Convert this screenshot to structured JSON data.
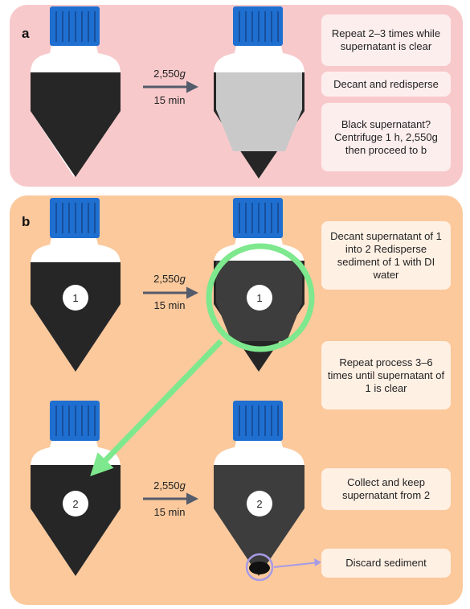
{
  "panel_a": {
    "letter": "a",
    "centrifuge_force": "2,550",
    "force_unit": "g",
    "centrifuge_time": "15 min",
    "notes": [
      "Repeat 2–3 times while supernatant is clear",
      "Decant and redisperse",
      "Black supernatant? Centrifuge 1 h, 2,550g then proceed to b"
    ]
  },
  "panel_b": {
    "letter": "b",
    "centrifuge_force": "2,550",
    "force_unit": "g",
    "centrifuge_time": "15 min",
    "tube_labels": [
      "1",
      "1",
      "2",
      "2"
    ],
    "notes": [
      "Decant supernatant of 1 into 2 Redisperse sediment of 1 with DI water",
      "Repeat process 3–6 times until supernatant of 1 is clear",
      "Collect and keep supernatant from 2",
      "Discard sediment"
    ]
  },
  "colors": {
    "panel_a_bg": "#f8c9cb",
    "panel_b_bg": "#fbc99c",
    "cap_blue": "#1f6fd1",
    "dark_liquid": "#262626",
    "grey_liquid": "#3d3d3d",
    "light_supernatant": "#c9c9c9",
    "highlight_green": "#7de88d",
    "highlight_purple": "#a79be6",
    "arrow_grey": "#545b6b"
  }
}
